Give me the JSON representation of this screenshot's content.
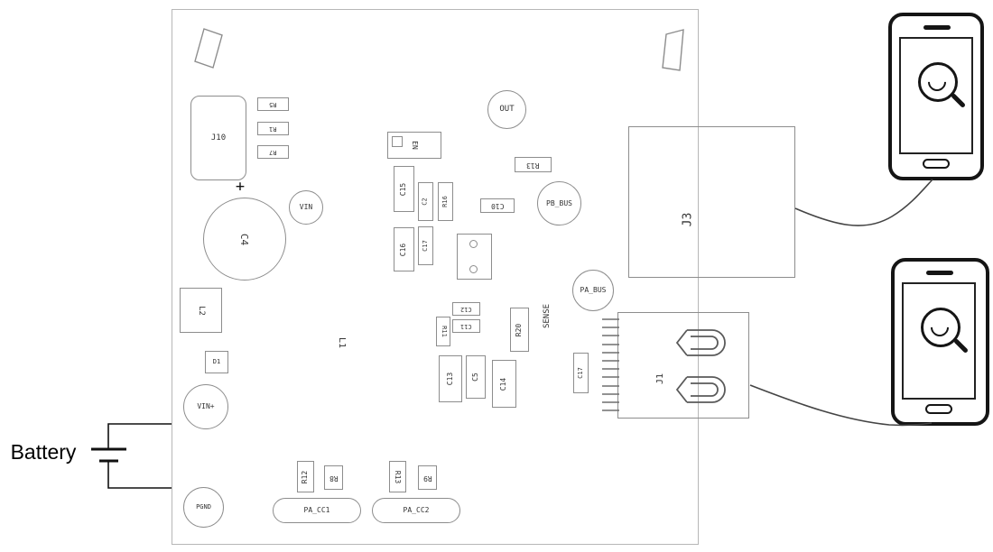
{
  "battery": {
    "label": "Battery"
  },
  "board": {
    "components": {
      "j10": "J10",
      "r5": "R5",
      "r1": "R1",
      "r7": "R7",
      "plus": "+",
      "c4": "C4",
      "vin": "VIN",
      "l2": "L2",
      "d1": "D1",
      "vin_plus": "VIN+",
      "pgnd": "PGND",
      "l1": "L1",
      "en": "EN",
      "c15": "C15",
      "c2": "C2",
      "r16": "R16",
      "out": "OUT",
      "r13a": "R13",
      "c10": "C10",
      "pb_bus": "PB_BUS",
      "c16": "C16",
      "c17a": "C17",
      "c12": "C12",
      "c11": "C11",
      "r11": "R11",
      "r20": "R20",
      "sense": "SENSE",
      "pa_bus": "PA_BUS",
      "c13": "C13",
      "c5": "C5",
      "c14": "C14",
      "c17b": "C17",
      "j3": "J3",
      "j1": "J1",
      "pa_cc1": "PA_CC1",
      "pa_cc2": "PA_CC2",
      "r12": "R12",
      "r8": "R8",
      "r13b": "R13",
      "r9": "R9"
    }
  },
  "icons": {
    "phone_screen": "magnifier-icon",
    "phone_speaker": "speaker-slot",
    "phone_home": "home-button"
  },
  "palette": {
    "board_outline": "#b7b7b7",
    "component_outline": "#8d8d8d",
    "silkscreen_text": "#333333",
    "phone": "#151515",
    "wire": "#444444"
  }
}
